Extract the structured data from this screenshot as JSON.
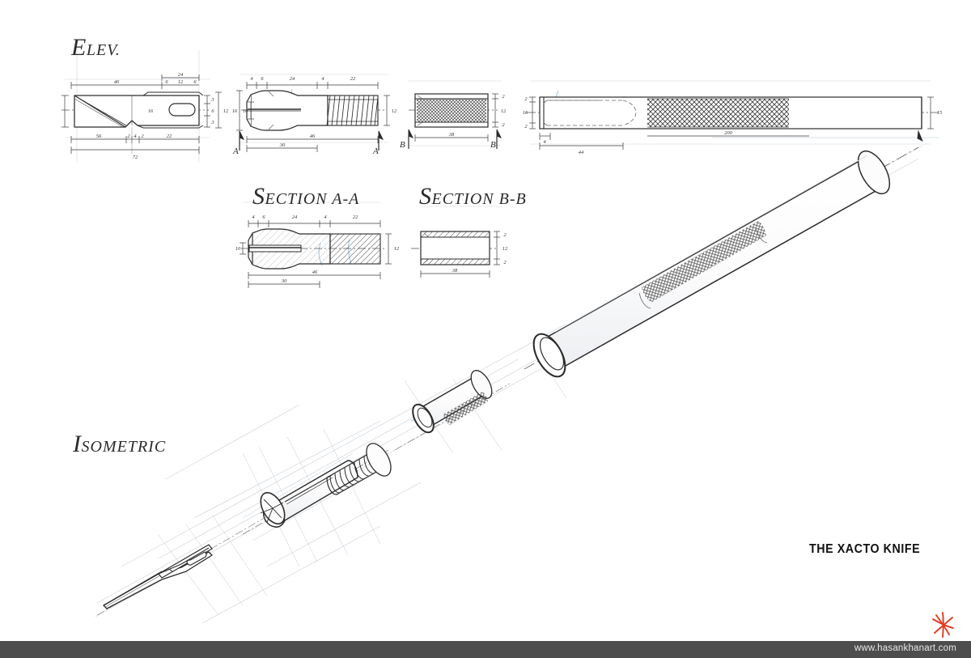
{
  "sheet": {
    "background_hex": "#ffffff",
    "ink_hex": "#2b2b2b",
    "construction_hex": "#b9c2cc",
    "blue_pencil_hex": "#8fb8d8"
  },
  "view_titles": {
    "elevation": {
      "lead": "E",
      "rest": "LEV."
    },
    "section_aa": {
      "lead": "S",
      "rest": "ECTION A-A"
    },
    "section_bb": {
      "lead": "S",
      "rest": "ECTION B-B"
    },
    "isometric": {
      "lead": "I",
      "rest": "SOMETRIC"
    }
  },
  "title_block": {
    "title": "THE XACTO KNIFE"
  },
  "footer": {
    "url": "www.hasankhanart.com",
    "bar_hex": "#4d4d4d",
    "logo_hex": "#e03a21",
    "logo_name": "asterisk-star-logo"
  },
  "dimensions": {
    "blade_elevation": {
      "top": [
        "46",
        "24",
        "6",
        "12",
        "6"
      ],
      "bottom": [
        "56",
        "2",
        "4",
        "2",
        "22",
        "72"
      ],
      "left": [
        "16"
      ],
      "right": [
        "3",
        "6",
        "3",
        "12"
      ]
    },
    "collet_elevation": {
      "top": [
        "4",
        "6",
        "24",
        "4",
        "22"
      ],
      "bottom": [
        "46",
        "30"
      ],
      "left": [
        "16",
        "10"
      ],
      "right": [
        "12"
      ]
    },
    "sleeve_elevation": {
      "bottom": [
        "38"
      ],
      "right": [
        "2",
        "12",
        "2"
      ]
    },
    "handle_elevation": {
      "top": [],
      "bottom": [
        "4",
        "44",
        "200"
      ],
      "left": [
        "2",
        "16",
        "2"
      ],
      "right": [
        "15"
      ]
    },
    "section_aa": {
      "top": [
        "4",
        "6",
        "24",
        "4",
        "22"
      ],
      "bottom": [
        "46",
        "30"
      ],
      "left": [
        "10"
      ],
      "right": [
        "12"
      ]
    },
    "section_bb": {
      "bottom": [
        "38"
      ],
      "right": [
        "2",
        "12",
        "2"
      ]
    }
  },
  "section_marks": {
    "a_left": "A",
    "a_right": "A",
    "b_left": "B",
    "b_right": "B"
  },
  "parts": {
    "blade": "xacto-blade",
    "collet": "threaded-collet-chuck",
    "sleeve": "knurled-locking-sleeve",
    "handle": "knurled-aluminium-handle"
  }
}
